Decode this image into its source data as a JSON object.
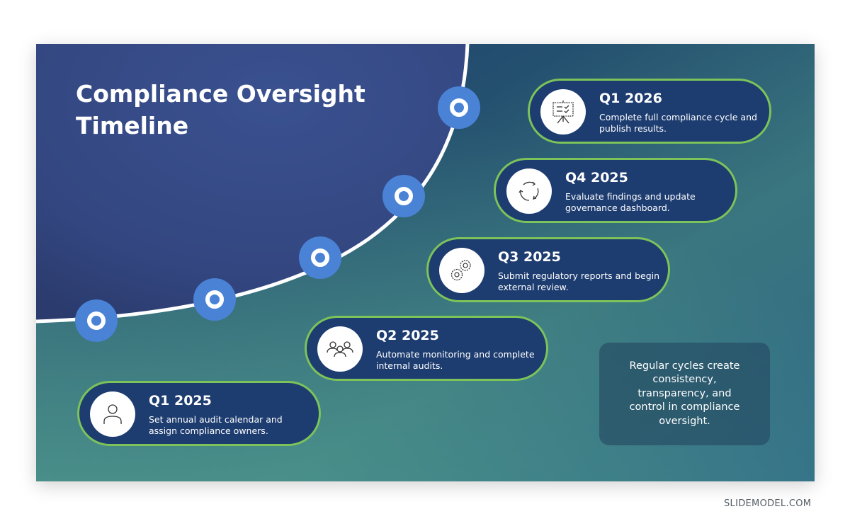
{
  "slide": {
    "title": "Compliance Oversight Timeline",
    "title_line1": "Compliance Oversight",
    "title_line2": "Timeline",
    "colors": {
      "dark_navy_region": "#354a85",
      "card_fill": "#1d3c70",
      "card_border": "#7cc35a",
      "node_blue": "#4a82d6",
      "teal_gradient_end": "#5fb298"
    },
    "milestones": [
      {
        "quarter": "Q1 2025",
        "description": "Set annual audit calendar and assign compliance owners.",
        "icon": "person-icon"
      },
      {
        "quarter": "Q2 2025",
        "description": "Automate monitoring and complete internal audits.",
        "icon": "team-icon"
      },
      {
        "quarter": "Q3 2025",
        "description": "Submit regulatory reports and begin external review.",
        "icon": "gears-icon"
      },
      {
        "quarter": "Q4 2025",
        "description": "Evaluate findings and update governance dashboard.",
        "icon": "cycle-arrows-icon"
      },
      {
        "quarter": "Q1 2026",
        "description": "Complete full compliance cycle and publish results.",
        "icon": "presentation-board-icon"
      }
    ],
    "note": "Regular cycles create consistency, transparency, and control in compliance oversight."
  },
  "watermark": "SLIDEMODEL.COM"
}
